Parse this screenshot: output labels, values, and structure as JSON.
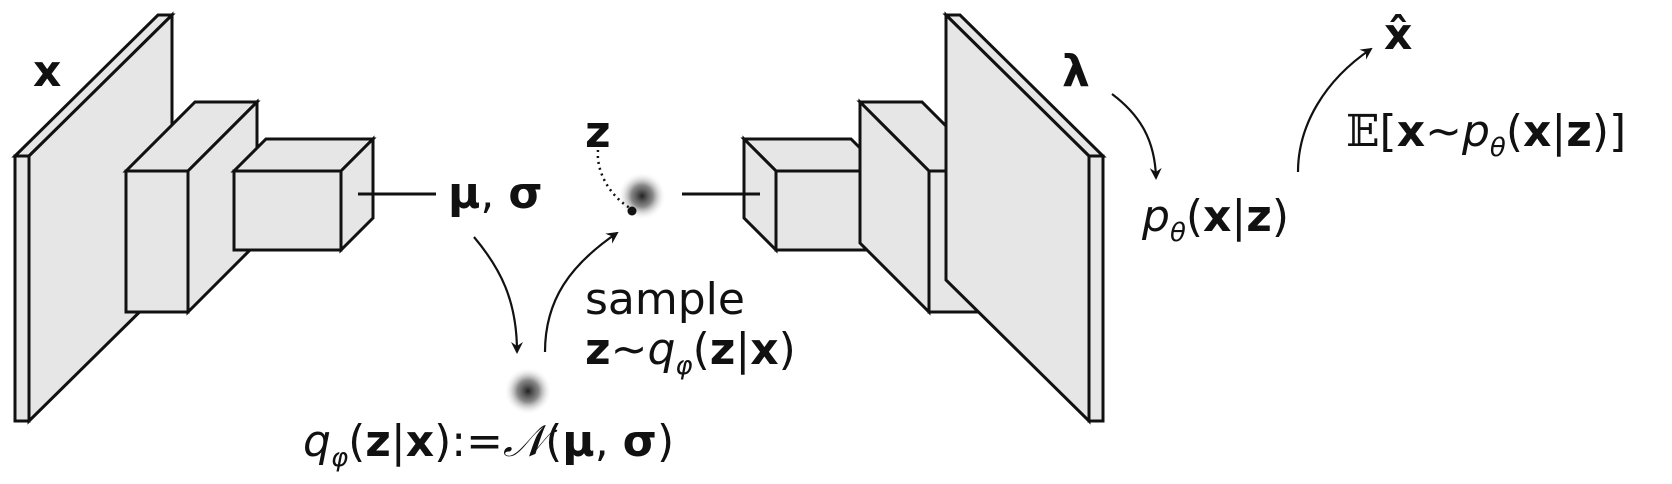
{
  "labels": {
    "input_x": "x",
    "mu": "μ",
    "comma": ", ",
    "sigma": "σ",
    "z": "z",
    "sample": "sample",
    "z_bold": "z",
    "tilde": "~",
    "q": "q",
    "phi": "φ",
    "paren_open": "(",
    "bar": "|",
    "x": "x",
    "paren_close": ")",
    "assign": ":=",
    "normal": "𝒩",
    "lambda": "λ",
    "p": "p",
    "theta": "θ",
    "x_hat": "x̂",
    "expect": "𝔼",
    "bracket_open": "[",
    "bracket_close": "]"
  }
}
